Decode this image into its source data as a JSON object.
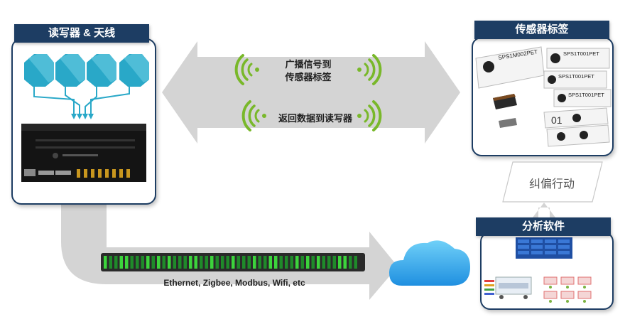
{
  "reader_panel": {
    "title": "读写器 & 天线"
  },
  "sensor_panel": {
    "title": "传感器标签"
  },
  "software_panel": {
    "title": "分析软件"
  },
  "broadcast": {
    "label_line1": "广播信号到",
    "label_line2": "传感器标签"
  },
  "return_data": {
    "label": "返回数据到读写器"
  },
  "correction": {
    "label": "纠偏行动"
  },
  "network": {
    "label": "Ethernet, Zigbee, Modbus, Wifi, etc"
  },
  "tags": [
    {
      "id": "tag-1",
      "text": "SPS1M002PET"
    },
    {
      "id": "tag-2",
      "text": "SPS1T001PET"
    },
    {
      "id": "tag-3",
      "text": "SPS1T001PET"
    },
    {
      "id": "tag-4",
      "text": "SPS1T001PET"
    },
    {
      "id": "tag-5",
      "text": "01"
    }
  ],
  "colors": {
    "navy": "#1d3d63",
    "antenna": "#29a8c8",
    "wave": "#79b82a",
    "arrow": "#d4d4d4",
    "bar_green": "#3cd43c"
  }
}
